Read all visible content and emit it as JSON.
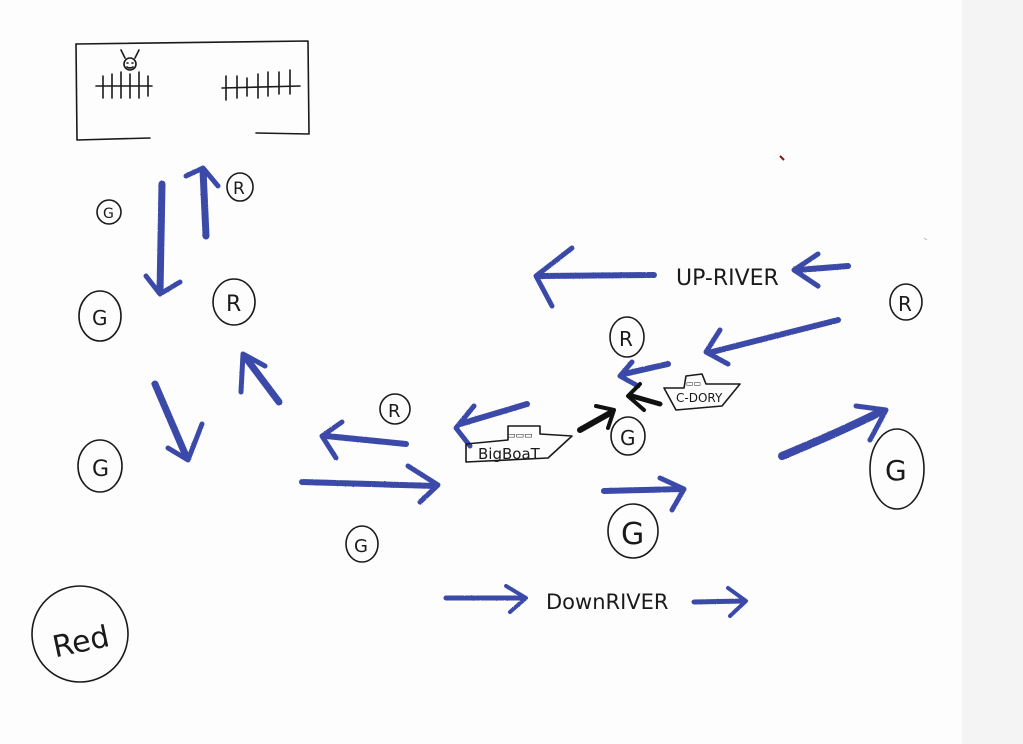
{
  "colors": {
    "paper": "#fdfdfd",
    "ink": "#1a1a1a",
    "marker_blue": "#3a4aa8",
    "marker_black": "#111111"
  },
  "labels": {
    "upriver": "UP-RIVER",
    "downriver": "DownRIVER",
    "big_boat": "BigBoaT",
    "c_dory": "C-DORY",
    "big_boat_windows": "▭▭▭",
    "c_dory_windows": "▭▭"
  },
  "markers": {
    "red": "R",
    "green": "G"
  },
  "legend": {
    "red": "Red"
  },
  "dock": {
    "figure_icon": "person-icon"
  }
}
